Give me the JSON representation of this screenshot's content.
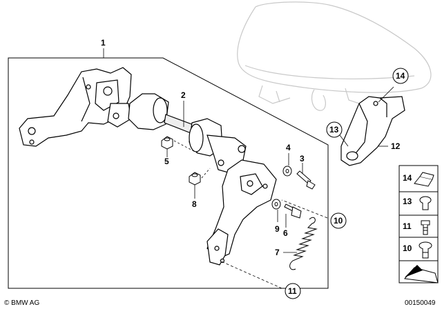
{
  "callouts": {
    "c1": "1",
    "c2": "2",
    "c3": "3",
    "c4": "4",
    "c5": "5",
    "c6": "6",
    "c7": "7",
    "c8": "8",
    "c9": "9",
    "c10": "10",
    "c11": "11",
    "c12": "12",
    "c13": "13",
    "c14": "14"
  },
  "legend": {
    "items": [
      {
        "num": "14",
        "icon": "clip-nut-icon"
      },
      {
        "num": "13",
        "icon": "round-head-screw-icon"
      },
      {
        "num": "11",
        "icon": "screw-icon"
      },
      {
        "num": "10",
        "icon": "pan-head-screw-icon"
      }
    ]
  },
  "footer": {
    "copyright": "© BMW AG",
    "diagram_id": "00150049"
  }
}
